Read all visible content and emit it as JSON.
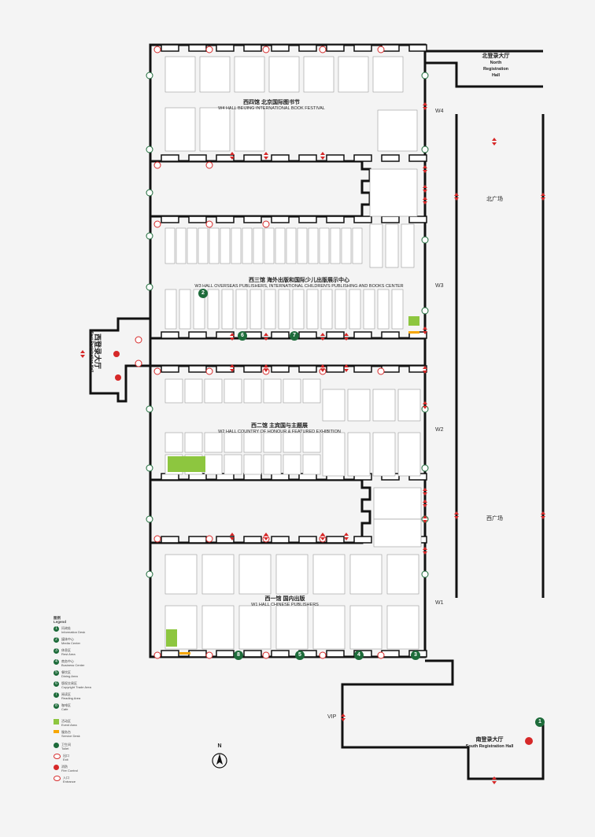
{
  "halls": {
    "w4": {
      "zh": "西四馆 北京国际图书节",
      "en": "W4 HALL BEIJING INTERNATIONAL BOOK FESTIVAL"
    },
    "w3": {
      "zh": "西三馆 海外出版和国际少儿出版展示中心",
      "en": "W3 HALL OVERSEAS PUBLISHERS, INTERNATIONAL CHILDREN'S PUBLISHING AND BOOKS CENTER"
    },
    "w2": {
      "zh": "西二馆 主宾国与主题展",
      "en": "W2 HALL COUNTRY OF HONOUR & FEATURED EXHIBITION"
    },
    "w1": {
      "zh": "西一馆 国内出版",
      "en": "W1 HALL CHINESE PUBLISHERS"
    }
  },
  "registration": {
    "north": {
      "zh": "北登录大厅",
      "en1": "North",
      "en2": "Registration",
      "en3": "Hall"
    },
    "west": {
      "zh": "西登录大厅",
      "en": "West Registration Hall"
    },
    "south": {
      "zh": "南登录大厅",
      "en": "South Registration Hall"
    }
  },
  "corridors": {
    "north": "北广场",
    "south": "西广场"
  },
  "wlabels": {
    "w4": "W4",
    "w3": "W3",
    "w2": "W2",
    "w1": "W1",
    "vip": "VIP"
  },
  "markers": {
    "m2": "2",
    "m6": "6",
    "m7": "7",
    "m8": "8",
    "m5": "5",
    "m4": "4",
    "m3": "3",
    "m1": "1"
  },
  "compass": "N",
  "legend": {
    "title": "图例",
    "subtitle": "Legend",
    "items": [
      {
        "sym": "1",
        "zh": "问询处",
        "en": "Information Desk"
      },
      {
        "sym": "2",
        "zh": "媒体中心",
        "en": "Media Center"
      },
      {
        "sym": "3",
        "zh": "休息区",
        "en": "Rest Area"
      },
      {
        "sym": "4",
        "zh": "商务中心",
        "en": "Business Center"
      },
      {
        "sym": "5",
        "zh": "餐饮区",
        "en": "Dining Area"
      },
      {
        "sym": "6",
        "zh": "版权交易区",
        "en": "Copyright Trade Area"
      },
      {
        "sym": "7",
        "zh": "阅读区",
        "en": "Reading Area"
      },
      {
        "sym": "8",
        "zh": "咖啡区",
        "en": "Cafe"
      }
    ],
    "extra": [
      {
        "kind": "green",
        "zh": "活动区",
        "en": "Event Area"
      },
      {
        "kind": "yellow",
        "zh": "服务台",
        "en": "Service Desk"
      }
    ],
    "symbols": [
      {
        "kind": "green",
        "zh": "卫生间",
        "en": "Toilet"
      },
      {
        "kind": "exit",
        "zh": "出口",
        "en": "Exit"
      },
      {
        "kind": "red",
        "zh": "消防",
        "en": "Fire Control"
      },
      {
        "kind": "exit",
        "zh": "入口",
        "en": "Entrance"
      }
    ]
  },
  "colors": {
    "wall": "#111111",
    "marker": "#1d6b3a",
    "exit": "#d62828",
    "event": "#8dc63f",
    "service": "#f7a600",
    "booth": "#9a9a9a"
  }
}
